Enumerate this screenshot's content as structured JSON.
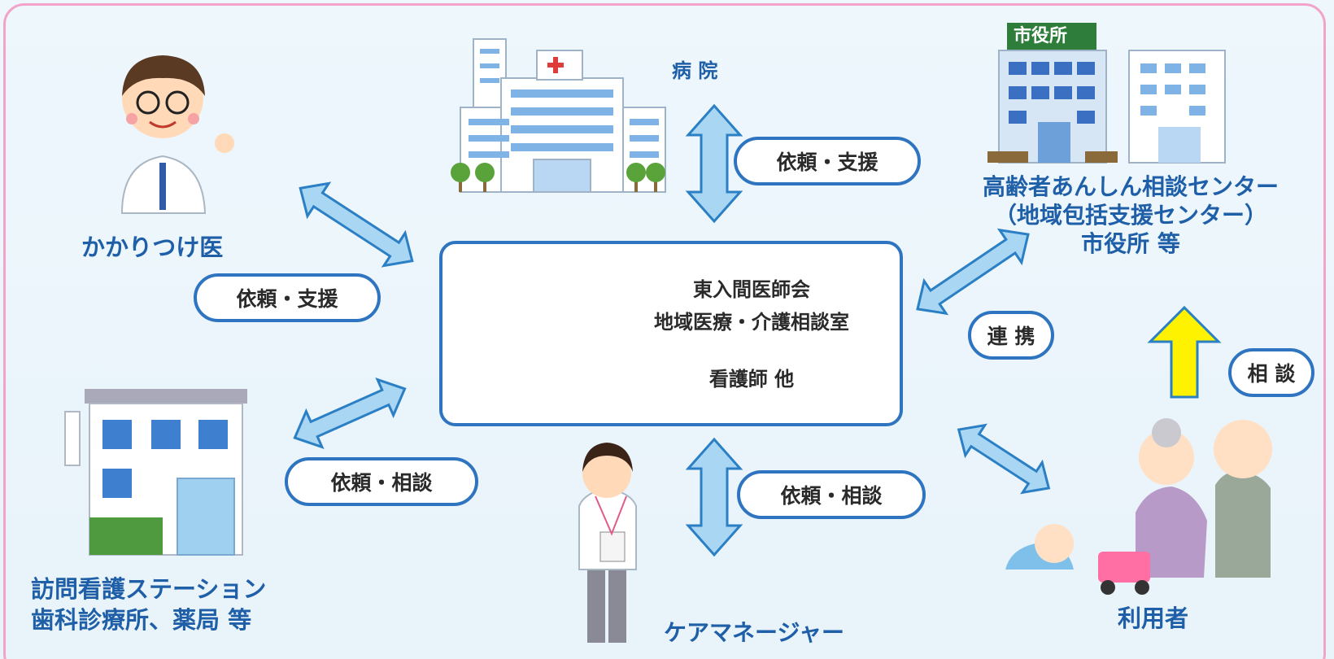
{
  "nodes": {
    "hospital": "病 院",
    "family_doctor": "かかりつけ医",
    "center_agency": [
      "高齢者あんしん相談センター",
      "（地域包括支援センター）",
      "市役所 等"
    ],
    "nursing": [
      "訪問看護ステーション",
      "歯科診療所、薬局 等"
    ],
    "care_manager": "ケアマネージャー",
    "users": "利用者",
    "city_hall_sign": "市役所"
  },
  "center": {
    "line1": "東入間医師会",
    "line2": "地域医療・介護相談室",
    "line3": "看護師 他"
  },
  "relations": {
    "hospital": "依頼・支援",
    "family_doctor": "依頼・支援",
    "nursing": "依頼・相談",
    "care_manager": "依頼・相談",
    "agency": "連 携",
    "users_to_agency": "相 談"
  },
  "colors": {
    "arrow_fill": "#a9d6f2",
    "arrow_stroke": "#2b7fc4",
    "frame": "#f3a3c9",
    "label_text": "#1f5fa8",
    "consult_arrow": "#fff200"
  }
}
